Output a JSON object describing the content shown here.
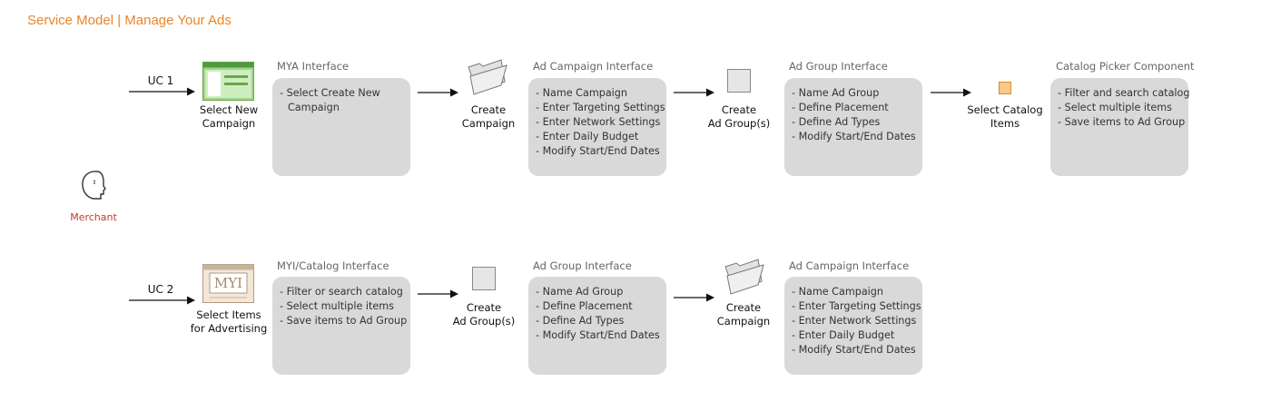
{
  "title": "Service Model | Manage Your Ads",
  "actor": {
    "label": "Merchant",
    "icon": "person-head-icon"
  },
  "colors": {
    "title": "#e8862a",
    "panel": "#d9d9d9",
    "actor_label": "#c0392b",
    "catalog_item": "#f7c98b"
  },
  "rows": [
    {
      "label": "UC 1",
      "steps": [
        {
          "icon": "campaign-window-icon",
          "caption": "Select New\nCampaign",
          "panel_title": "MYA Interface",
          "panel_lines": [
            "- Select Create New",
            "  Campaign"
          ]
        },
        {
          "icon": "folder-icon",
          "caption": "Create\nCampaign",
          "panel_title": "Ad Campaign Interface",
          "panel_lines": [
            "- Name Campaign",
            "- Enter Targeting Settings",
            "- Enter Network Settings",
            "- Enter Daily Budget",
            "- Modify Start/End Dates"
          ]
        },
        {
          "icon": "ad-group-square-icon",
          "caption": "Create\nAd Group(s)",
          "panel_title": "Ad Group Interface",
          "panel_lines": [
            "- Name Ad Group",
            "- Define Placement",
            "- Define Ad Types",
            "- Modify Start/End Dates"
          ]
        },
        {
          "icon": "catalog-item-icon",
          "caption": "Select Catalog\nItems",
          "panel_title": "Catalog Picker Component",
          "panel_lines": [
            "- Filter and search catalog",
            "- Select multiple items",
            "- Save items to Ad Group"
          ]
        }
      ]
    },
    {
      "label": "UC 2",
      "steps": [
        {
          "icon": "myi-window-icon",
          "icon_text": "MYI",
          "caption": "Select Items\nfor Advertising",
          "panel_title": "MYI/Catalog Interface",
          "panel_lines": [
            "- Filter or search catalog",
            "- Select multiple items",
            "- Save items to Ad Group"
          ]
        },
        {
          "icon": "ad-group-square-icon",
          "caption": "Create\nAd Group(s)",
          "panel_title": "Ad Group Interface",
          "panel_lines": [
            "- Name Ad Group",
            "- Define Placement",
            "- Define Ad Types",
            "- Modify Start/End Dates"
          ]
        },
        {
          "icon": "folder-icon",
          "caption": "Create\nCampaign",
          "panel_title": "Ad Campaign Interface",
          "panel_lines": [
            "- Name Campaign",
            "- Enter Targeting Settings",
            "- Enter Network Settings",
            "- Enter Daily Budget",
            "- Modify Start/End Dates"
          ]
        }
      ]
    }
  ]
}
